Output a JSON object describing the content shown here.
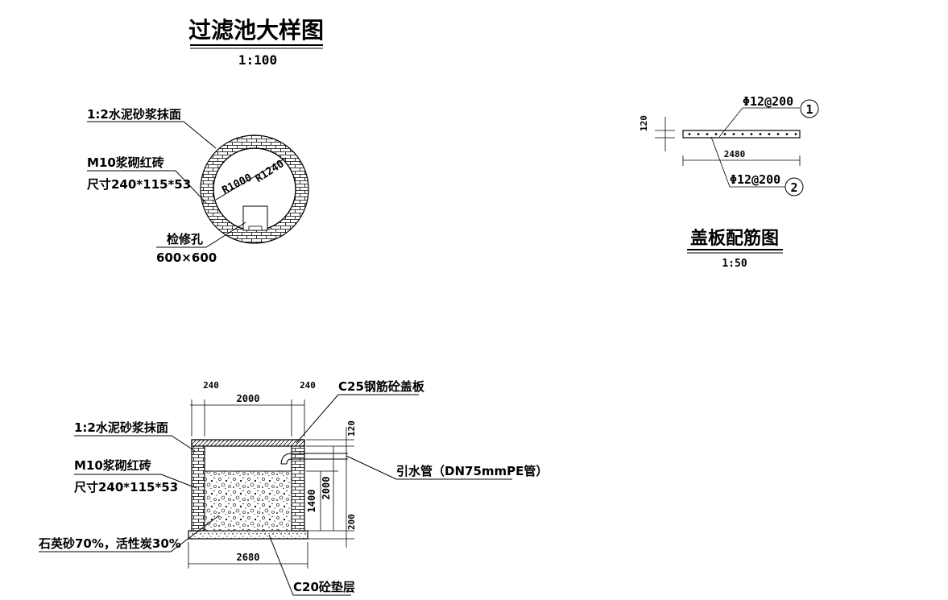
{
  "main_title": {
    "text": "过滤池大样图",
    "scale": "1:100"
  },
  "plan_view": {
    "finish_label": "1:2水泥砂浆抹面",
    "brick_label": "M10浆砌红砖",
    "brick_size": "尺寸240*115*53",
    "inner_radius": "R1000",
    "outer_radius": "R1240",
    "hatch_label": "检修孔",
    "hatch_size": "600×600"
  },
  "slab_detail": {
    "title": "盖板配筋图",
    "scale": "1:50",
    "thickness": "120",
    "length": "2480",
    "rebar_top": "Φ12@200",
    "rebar_top_mark": "1",
    "rebar_bottom": "Φ12@200",
    "rebar_bottom_mark": "2"
  },
  "section_view": {
    "dim_wall_left": "240",
    "dim_inner": "2000",
    "dim_wall_right": "240",
    "cover_label": "C25钢筋砼盖板",
    "finish_label": "1:2水泥砂浆抹面",
    "brick_label": "M10浆砌红砖",
    "brick_size": "尺寸240*115*53",
    "pipe_label": "引水管（DN75mmPE管）",
    "dim_slab": "120",
    "dim_height": "2000",
    "dim_fill": "1400",
    "dim_base": "200",
    "media_label": "石英砂70%，活性炭30%",
    "dim_width": "2680",
    "base_label": "C20砼垫层"
  }
}
